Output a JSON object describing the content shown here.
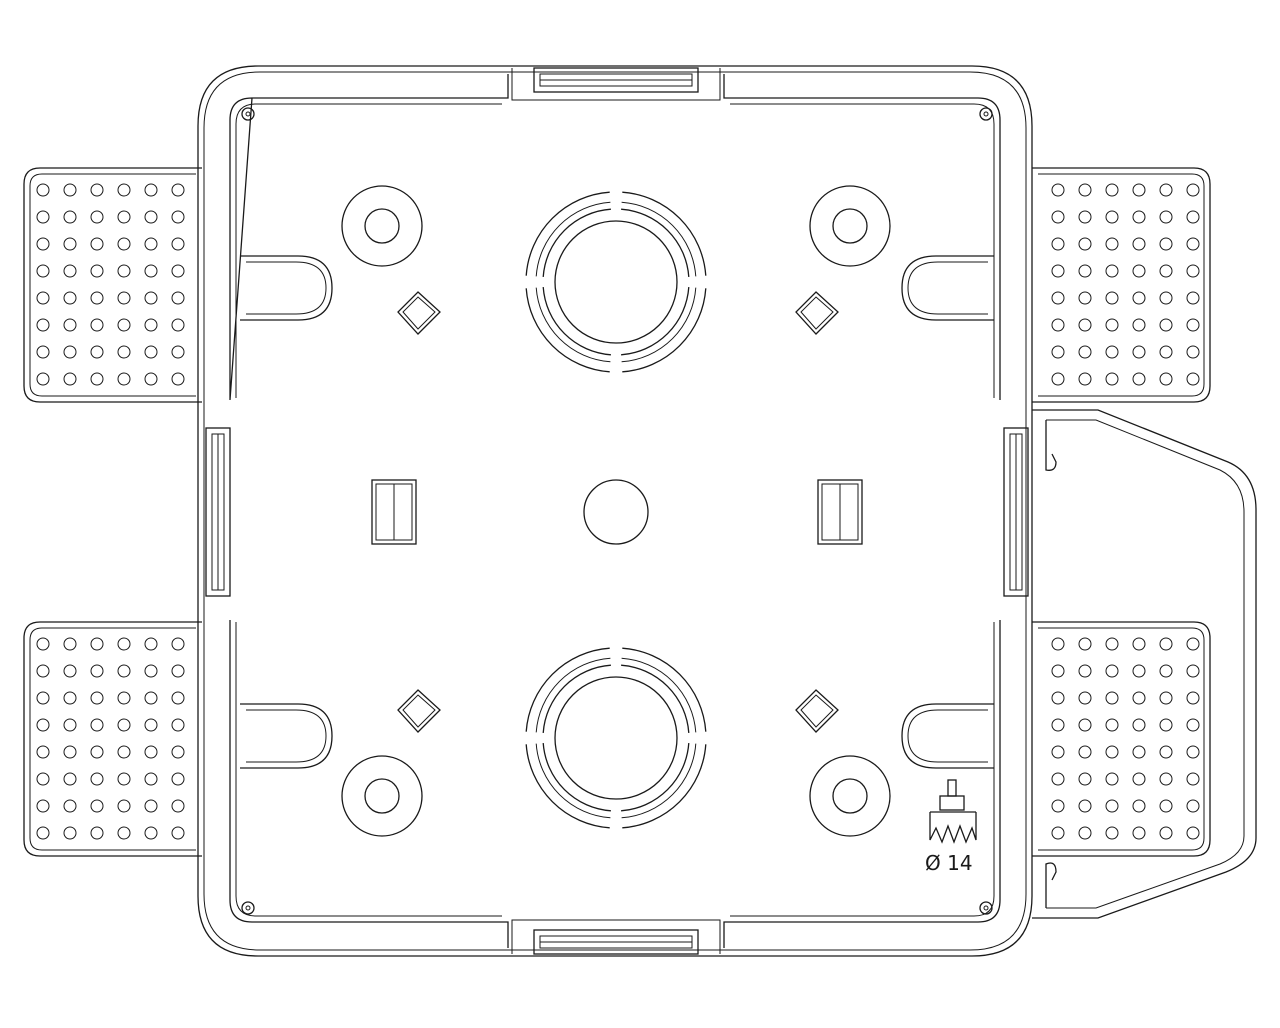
{
  "drawing": {
    "drill_mark": {
      "icon": "hole-saw-icon",
      "label": "Ø 14"
    },
    "features": {
      "mounting_tabs": 4,
      "tab_dot_rows": 8,
      "tab_dot_columns": 6,
      "screw_bosses": 4,
      "knockouts_large": 2,
      "side_slots": 2,
      "corner_screws": 4
    },
    "colors": {
      "line": "#1a1a1a",
      "background": "#ffffff"
    }
  }
}
